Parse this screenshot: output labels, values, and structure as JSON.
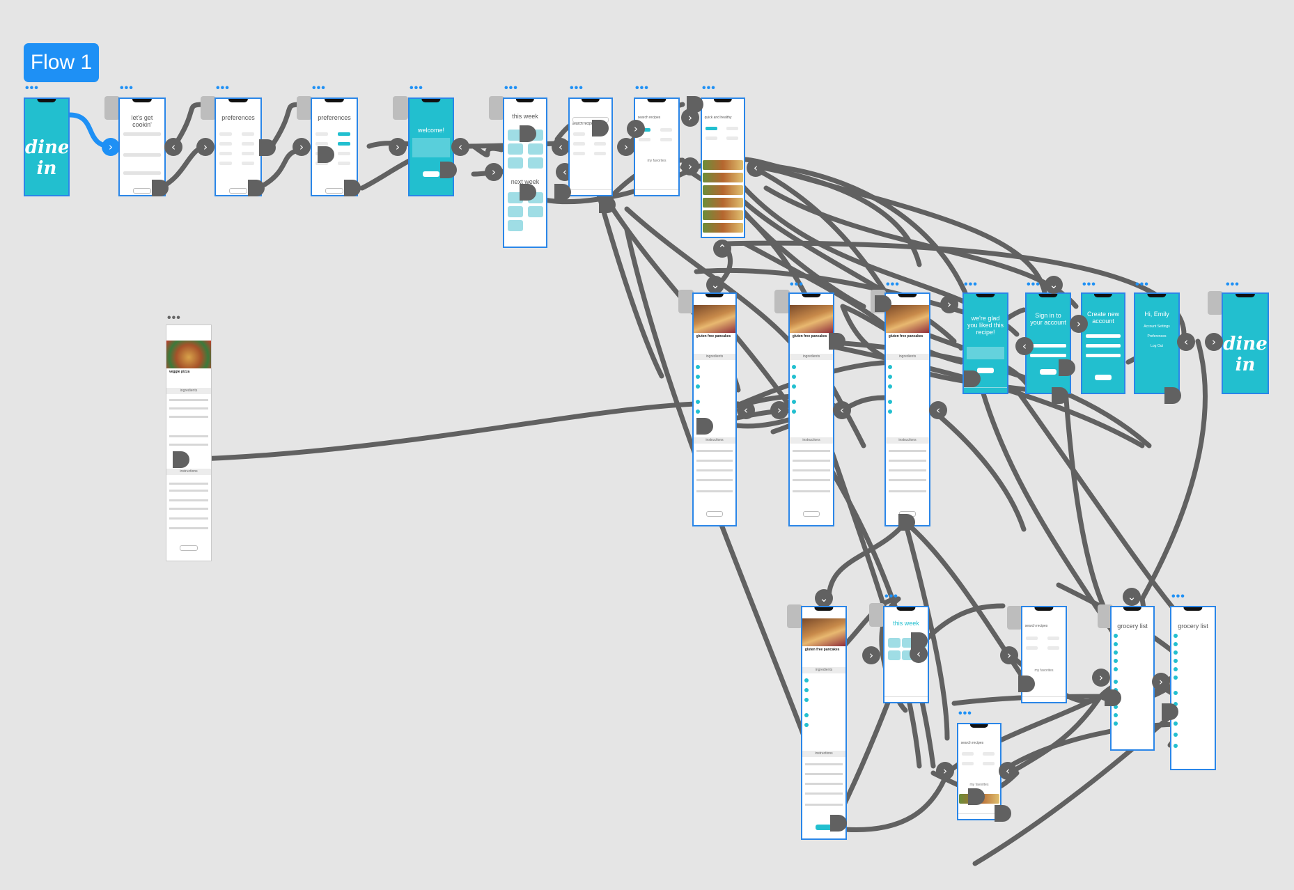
{
  "flow": {
    "label": "Flow 1"
  },
  "screens": {
    "splash": {
      "logo": "dine in"
    },
    "lets_get_cookin": {
      "title": "let's get cookin'"
    },
    "preferences_1": {
      "title": "preferences"
    },
    "preferences_2": {
      "title": "preferences"
    },
    "welcome": {
      "title": "welcome!"
    },
    "this_week": {
      "title": "this week",
      "subtitle": "next week"
    },
    "search_1": {
      "title": "search recipes"
    },
    "search_2": {
      "title": "search recipes",
      "favorites": "my favorites"
    },
    "search_3": {
      "title": "quick and healthy"
    },
    "recipe_pizza": {
      "title": "veggie pizza",
      "ingredients": "ingredients",
      "instructions": "instructions"
    },
    "recipe_1": {
      "title": "gluten free pancakes",
      "ingredients": "ingredients",
      "instructions": "instructions"
    },
    "recipe_2": {
      "title": "gluten free pancakes",
      "ingredients": "ingredients",
      "instructions": "instructions"
    },
    "recipe_3": {
      "title": "gluten free pancakes",
      "ingredients": "ingredients",
      "instructions": "instructions"
    },
    "liked": {
      "title": "we're glad you liked this recipe!"
    },
    "sign_in": {
      "title": "Sign in to your account"
    },
    "create_account": {
      "title": "Create new account"
    },
    "profile": {
      "title": "Hi, Emily",
      "items": [
        "Account Settings",
        "Preferences",
        "Log Out"
      ]
    },
    "splash_2": {
      "logo": "dine in"
    },
    "recipe_4": {
      "title": "gluten free pancakes",
      "ingredients": "ingredients",
      "instructions": "instructions"
    },
    "this_week_2": {
      "title": "this week"
    },
    "search_4": {
      "title": "search recipes",
      "favorites": "my favorites"
    },
    "grocery_1": {
      "title": "grocery list"
    },
    "grocery_2": {
      "title": "grocery list"
    },
    "search_5": {
      "title": "search recipes",
      "favorites": "my favorites"
    }
  },
  "colors": {
    "accent": "#1e90f5",
    "brand_teal": "#22bfcf",
    "canvas": "#e5e5e5",
    "wire": "#616161"
  },
  "icons": {
    "next": "chevron-right-icon",
    "back": "chevron-left-icon",
    "up": "chevron-up-icon",
    "down": "chevron-down-icon",
    "more": "more-dots-icon"
  }
}
